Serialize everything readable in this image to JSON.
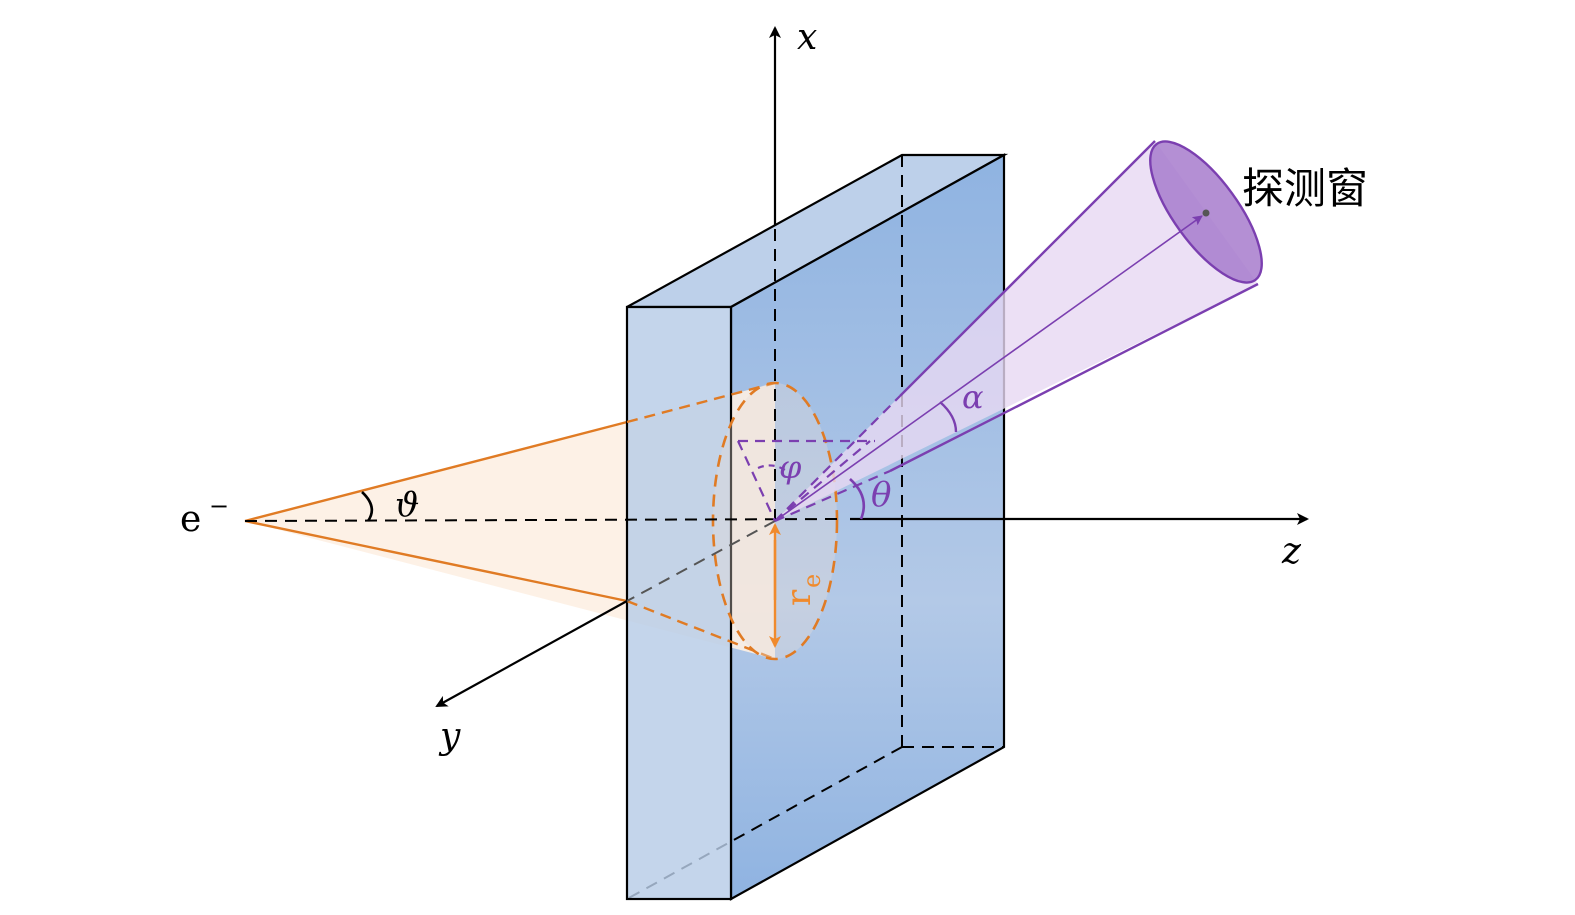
{
  "labels": {
    "x_axis": "x",
    "y_axis": "y",
    "z_axis": "z",
    "electron": "e",
    "electron_charge": "−",
    "beam_angle": "ϑ",
    "azimuth": "φ",
    "polar": "θ",
    "cone_half_angle": "α",
    "radius_base": "r",
    "radius_sub": "e",
    "detector_window": "探测窗"
  },
  "colors": {
    "slab_front": "#b7cce6",
    "slab_right": "#94b6e2",
    "slab_top": "#bdd0ea",
    "beam": "#e07b24",
    "beam_fill": "#fdf0e3",
    "radius_arrow": "#f08a2c",
    "detector": "#7b3fb0",
    "detector_fill": "#e7d8f2",
    "axis": "#000000"
  }
}
